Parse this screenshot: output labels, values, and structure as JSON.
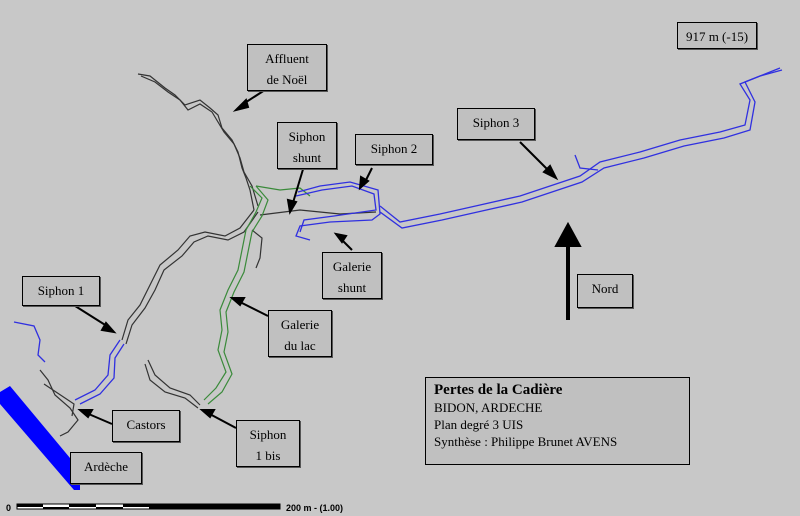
{
  "labels": {
    "depth": "917 m (-15)",
    "affluent_line1": "Affluent",
    "affluent_line2": "de Noël",
    "siphon_shunt_line1": "Siphon",
    "siphon_shunt_line2": "shunt",
    "siphon2": "Siphon 2",
    "siphon3": "Siphon 3",
    "galerie_shunt_line1": "Galerie",
    "galerie_shunt_line2": "shunt",
    "nord": "Nord",
    "siphon1": "Siphon 1",
    "galerie_lac_line1": "Galerie",
    "galerie_lac_line2": "du lac",
    "castors": "Castors",
    "siphon1bis_line1": "Siphon",
    "siphon1bis_line2": "1 bis",
    "ardeche": "Ardèche"
  },
  "title_box": {
    "title": "Pertes de la Cadière",
    "location": "BIDON, ARDECHE",
    "grade": "Plan degré 3 UIS",
    "synthesis": "Synthèse : Philippe Brunet AVENS"
  },
  "scale": {
    "start": "0",
    "end": "200 m - (1.00)"
  },
  "colors": {
    "background": "#c8c8c8",
    "siphon": "#3030e0",
    "dry": "#303030",
    "lake": "#3a8a3a",
    "river": "#0000ff"
  }
}
